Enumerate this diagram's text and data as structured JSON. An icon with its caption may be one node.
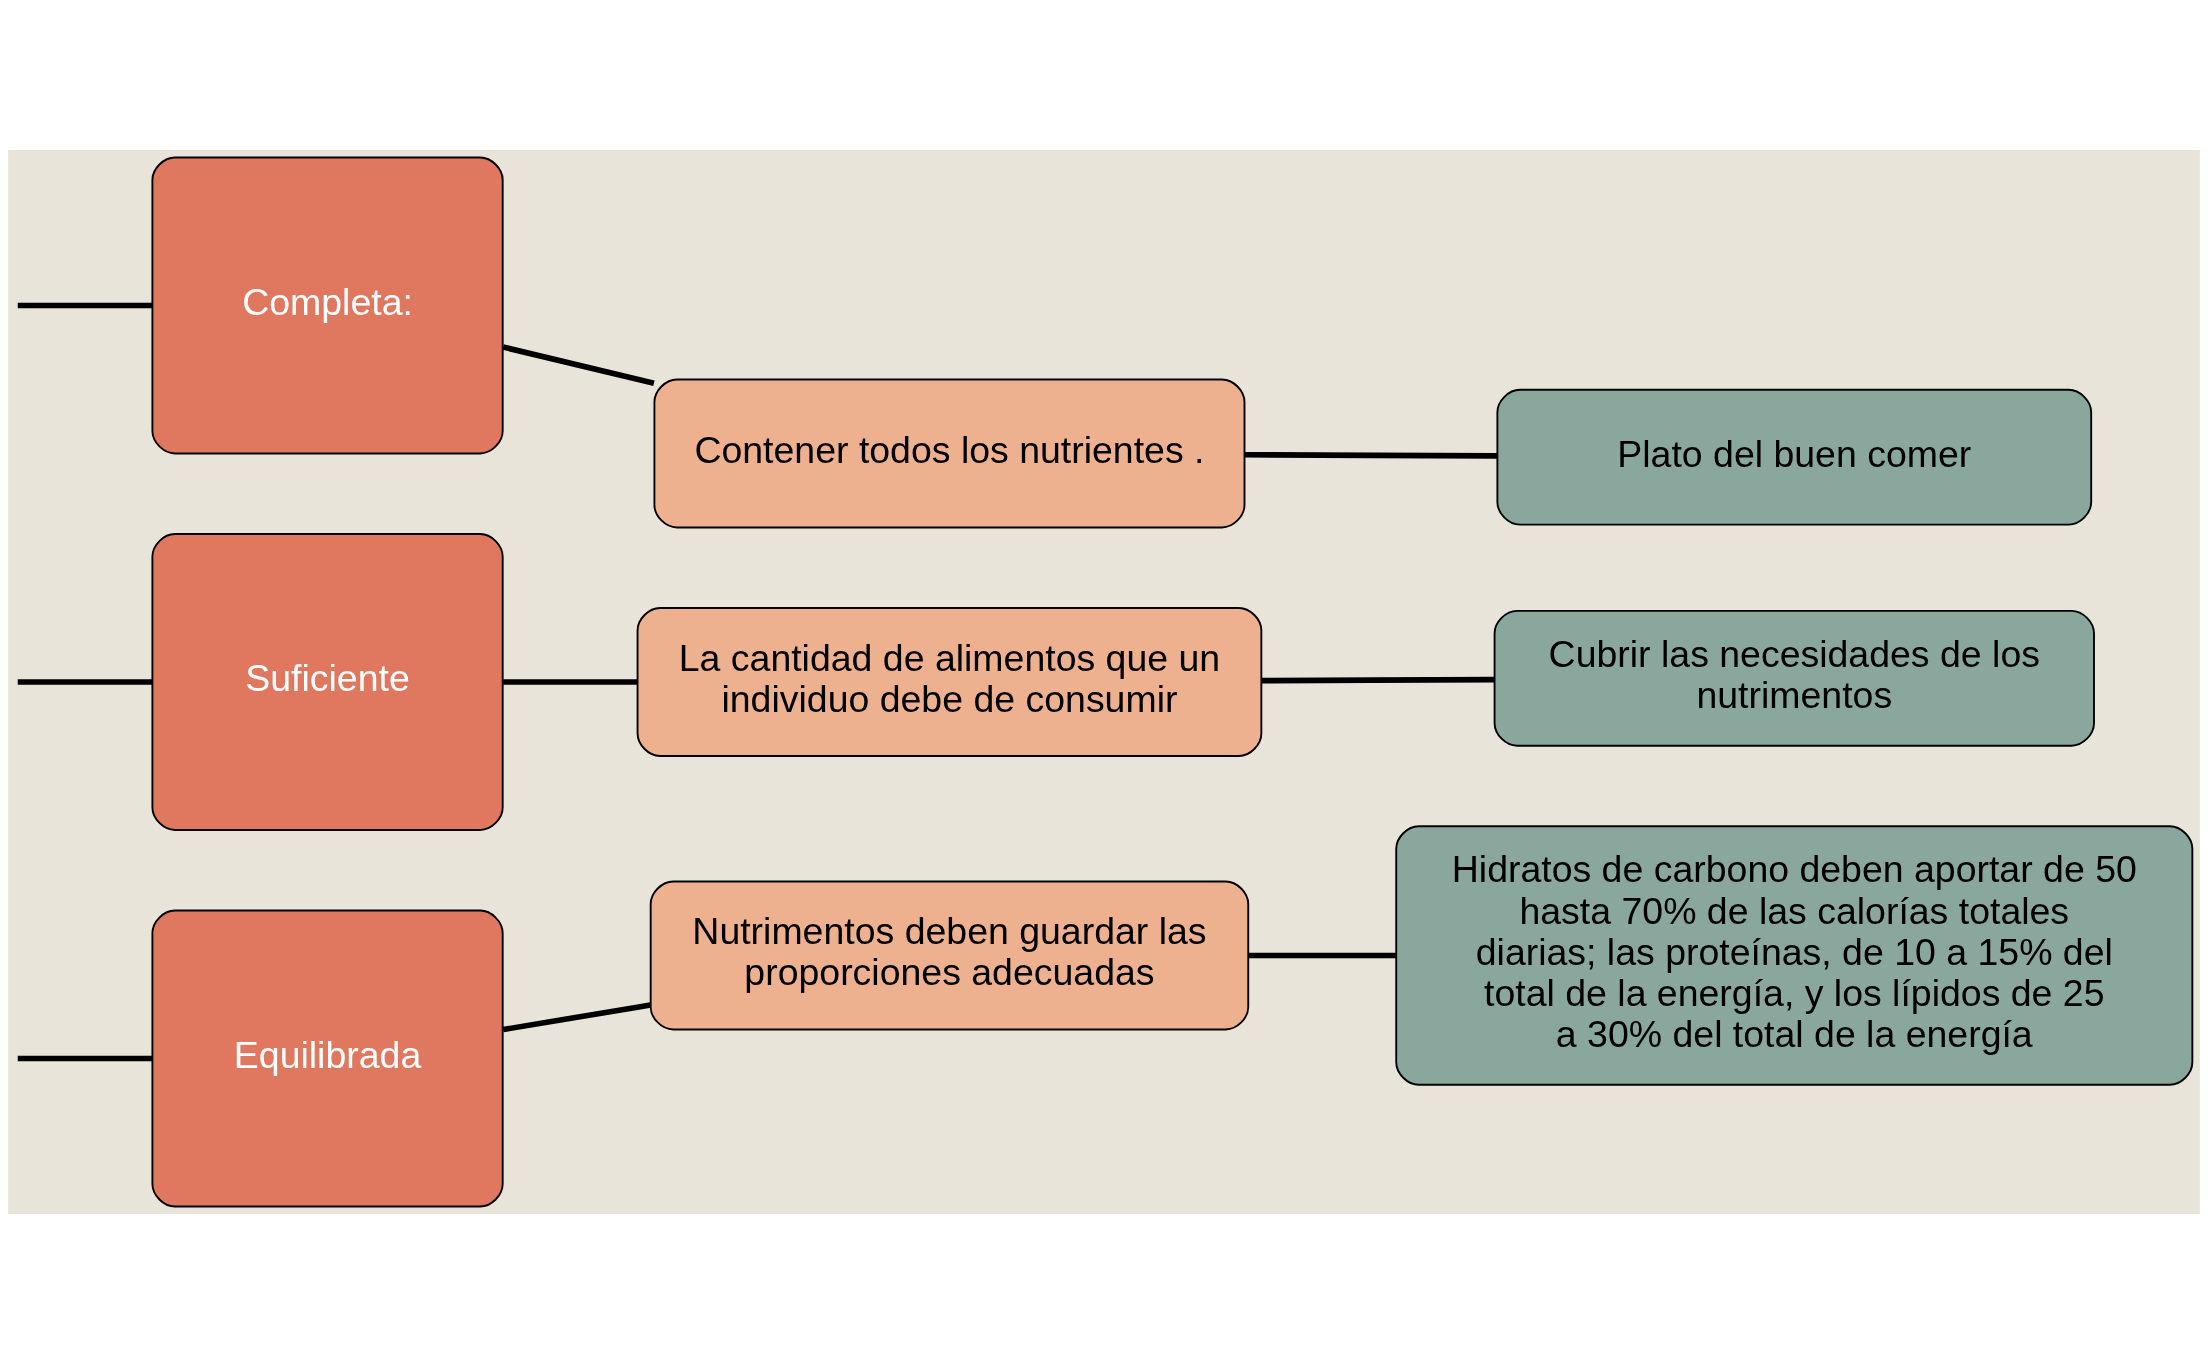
{
  "diagram": {
    "nodes": [
      {
        "text": [
          "Completa:"
        ]
      },
      {
        "text": [
          "Contener todos los nutrientes ."
        ]
      },
      {
        "text": [
          "Plato del buen comer"
        ]
      },
      {
        "text": [
          "Suficiente"
        ]
      },
      {
        "text": [
          "La cantidad de alimentos que un individuo debe de consumir"
        ]
      },
      {
        "text": [
          "Cubrir las necesidades de los nutrimentos"
        ]
      },
      {
        "text": [
          "Equilibrada"
        ]
      },
      {
        "text": [
          "Nutrimentos deben guardar las proporciones adecuadas"
        ]
      },
      {
        "text": [
          "Hidratos de carbono deben aportar de 50 hasta 70% de las calorías totales diarias; las proteínas, de 10 a 15% del total de la energía, y los lípidos de 25 a 30% del total de la energía"
        ]
      }
    ],
    "edges": [
      {
        "from": null,
        "to": 0,
        "arrow": "none"
      },
      {
        "from": null,
        "to": 3,
        "arrow": "none"
      },
      {
        "from": null,
        "to": 6,
        "arrow": "none"
      },
      {
        "from": 0,
        "to": 1,
        "arrow": "none"
      },
      {
        "from": 1,
        "to": 2,
        "arrow": "none"
      },
      {
        "from": 3,
        "to": 4,
        "arrow": "none"
      },
      {
        "from": 4,
        "to": 5,
        "arrow": "none"
      },
      {
        "from": 6,
        "to": 7,
        "arrow": "none"
      },
      {
        "from": 7,
        "to": 8,
        "arrow": "none"
      }
    ]
  }
}
